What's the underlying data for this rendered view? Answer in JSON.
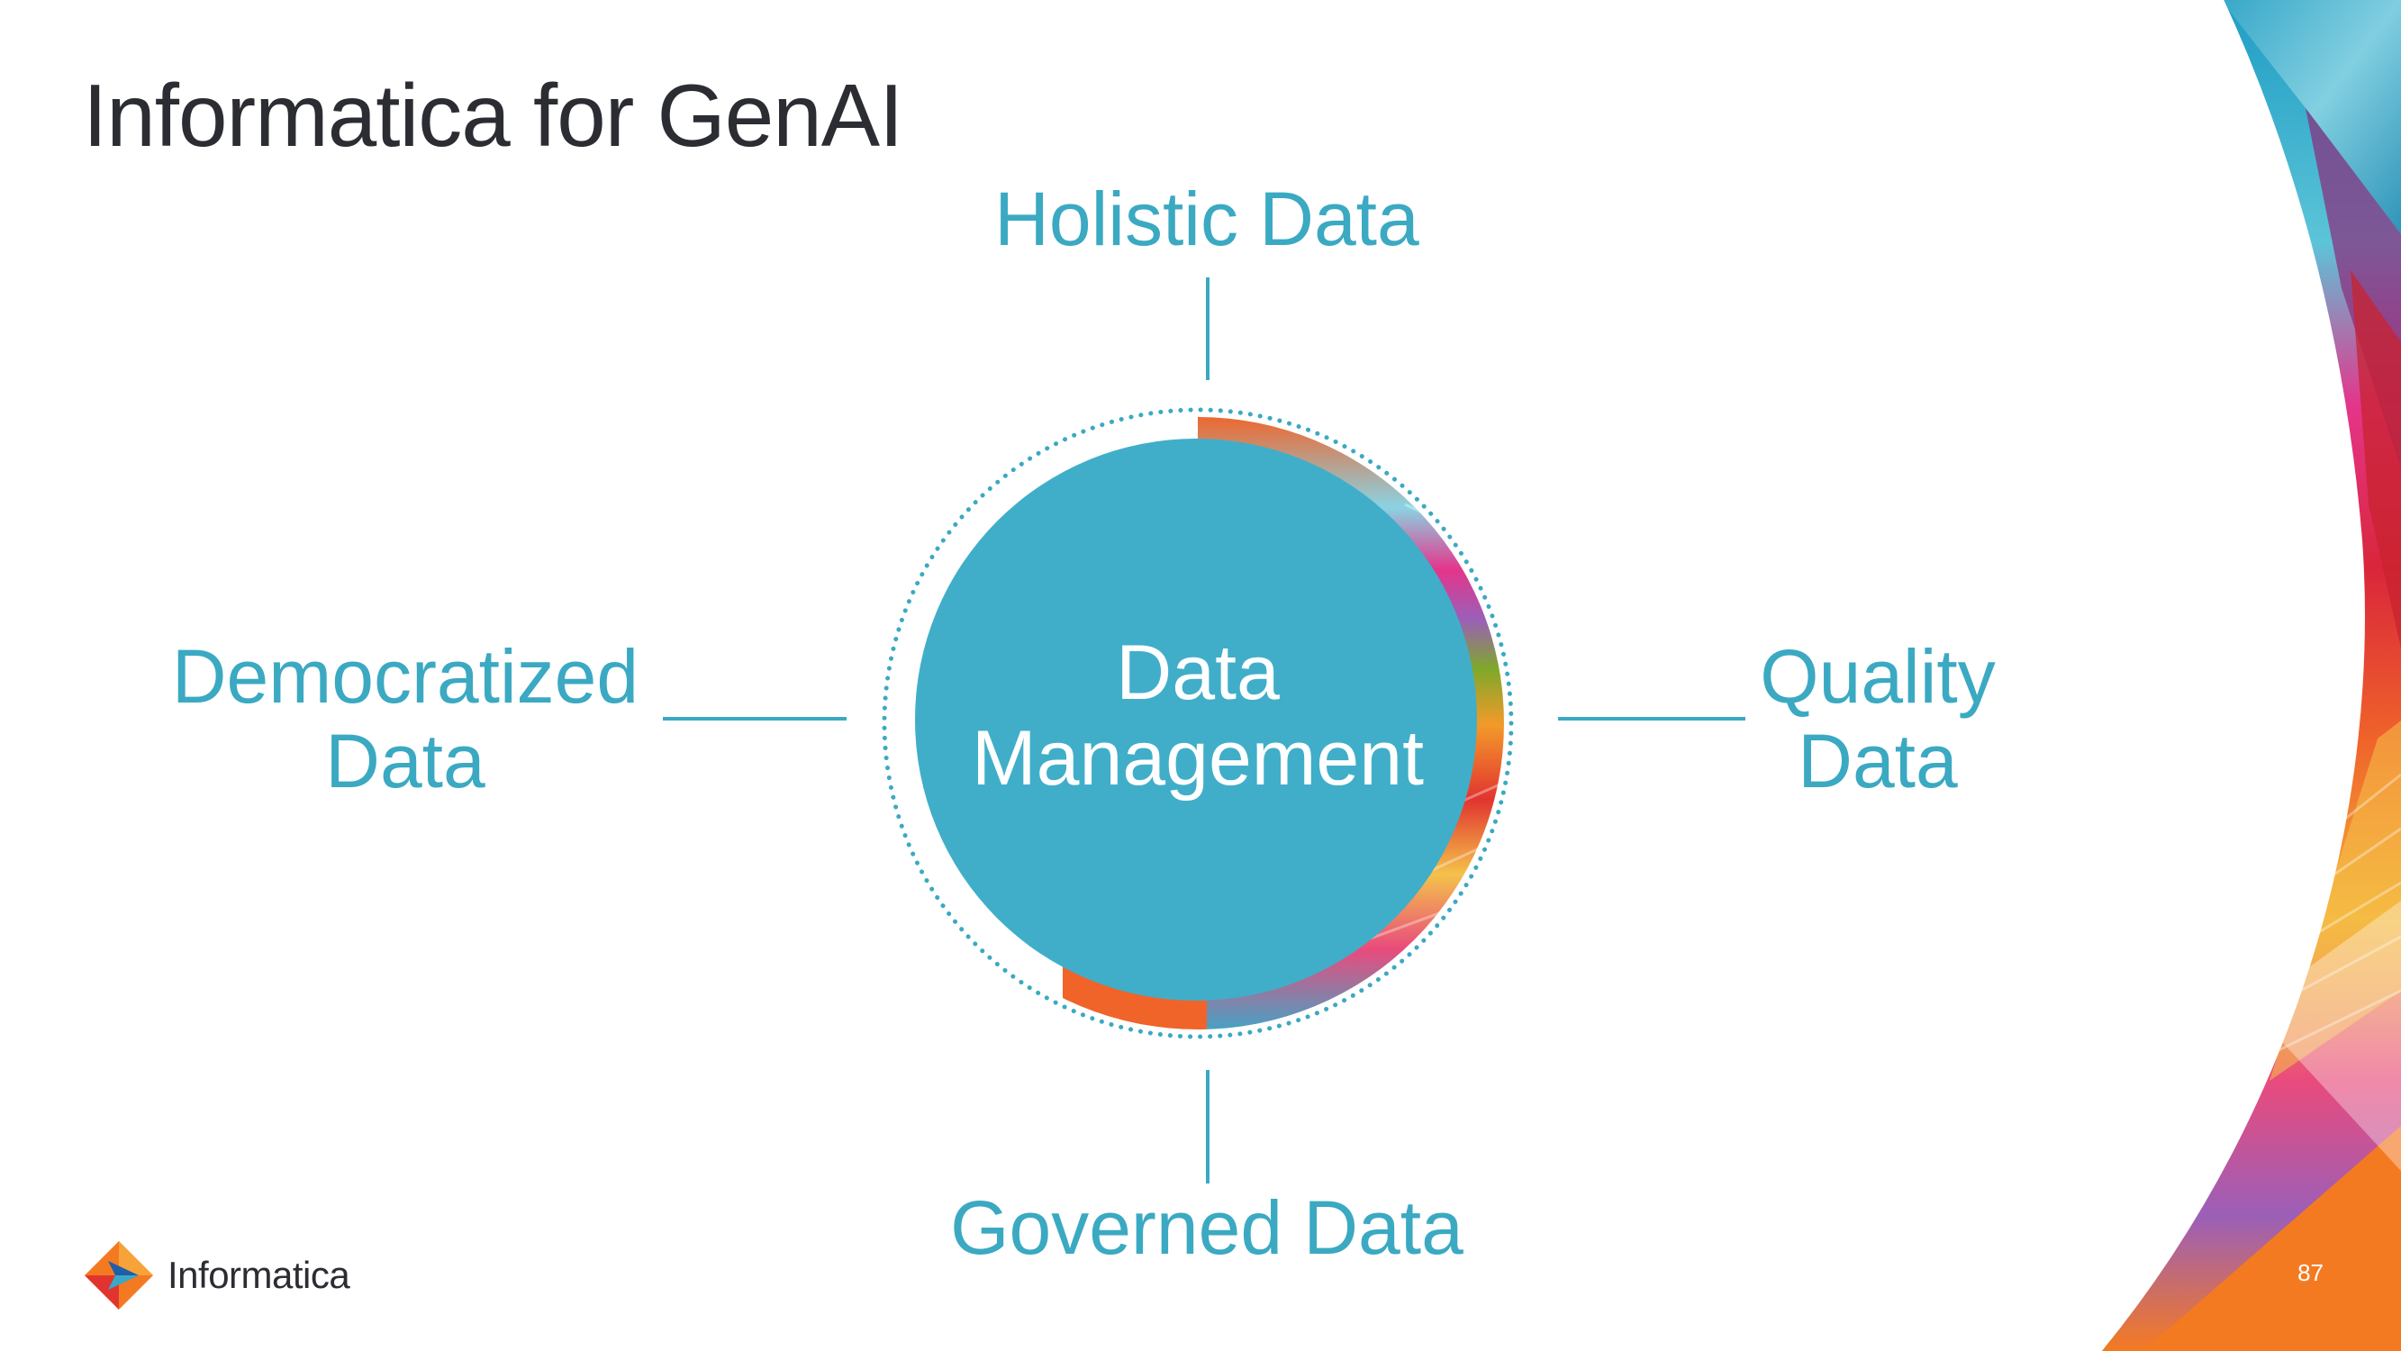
{
  "slide": {
    "title": "Informatica for GenAI",
    "page_number": "87"
  },
  "diagram": {
    "center": {
      "line1": "Data",
      "line2": "Management"
    },
    "nodes": {
      "top": "Holistic Data",
      "bottom": "Governed Data",
      "left_line1": "Democratized",
      "left_line2": "Data",
      "right_line1": "Quality",
      "right_line2": "Data"
    }
  },
  "brand": {
    "logo_text": "Informatica",
    "accent": "#3ba9c2",
    "circle_fill": "#40aec9",
    "title_color": "#2b2d33"
  }
}
